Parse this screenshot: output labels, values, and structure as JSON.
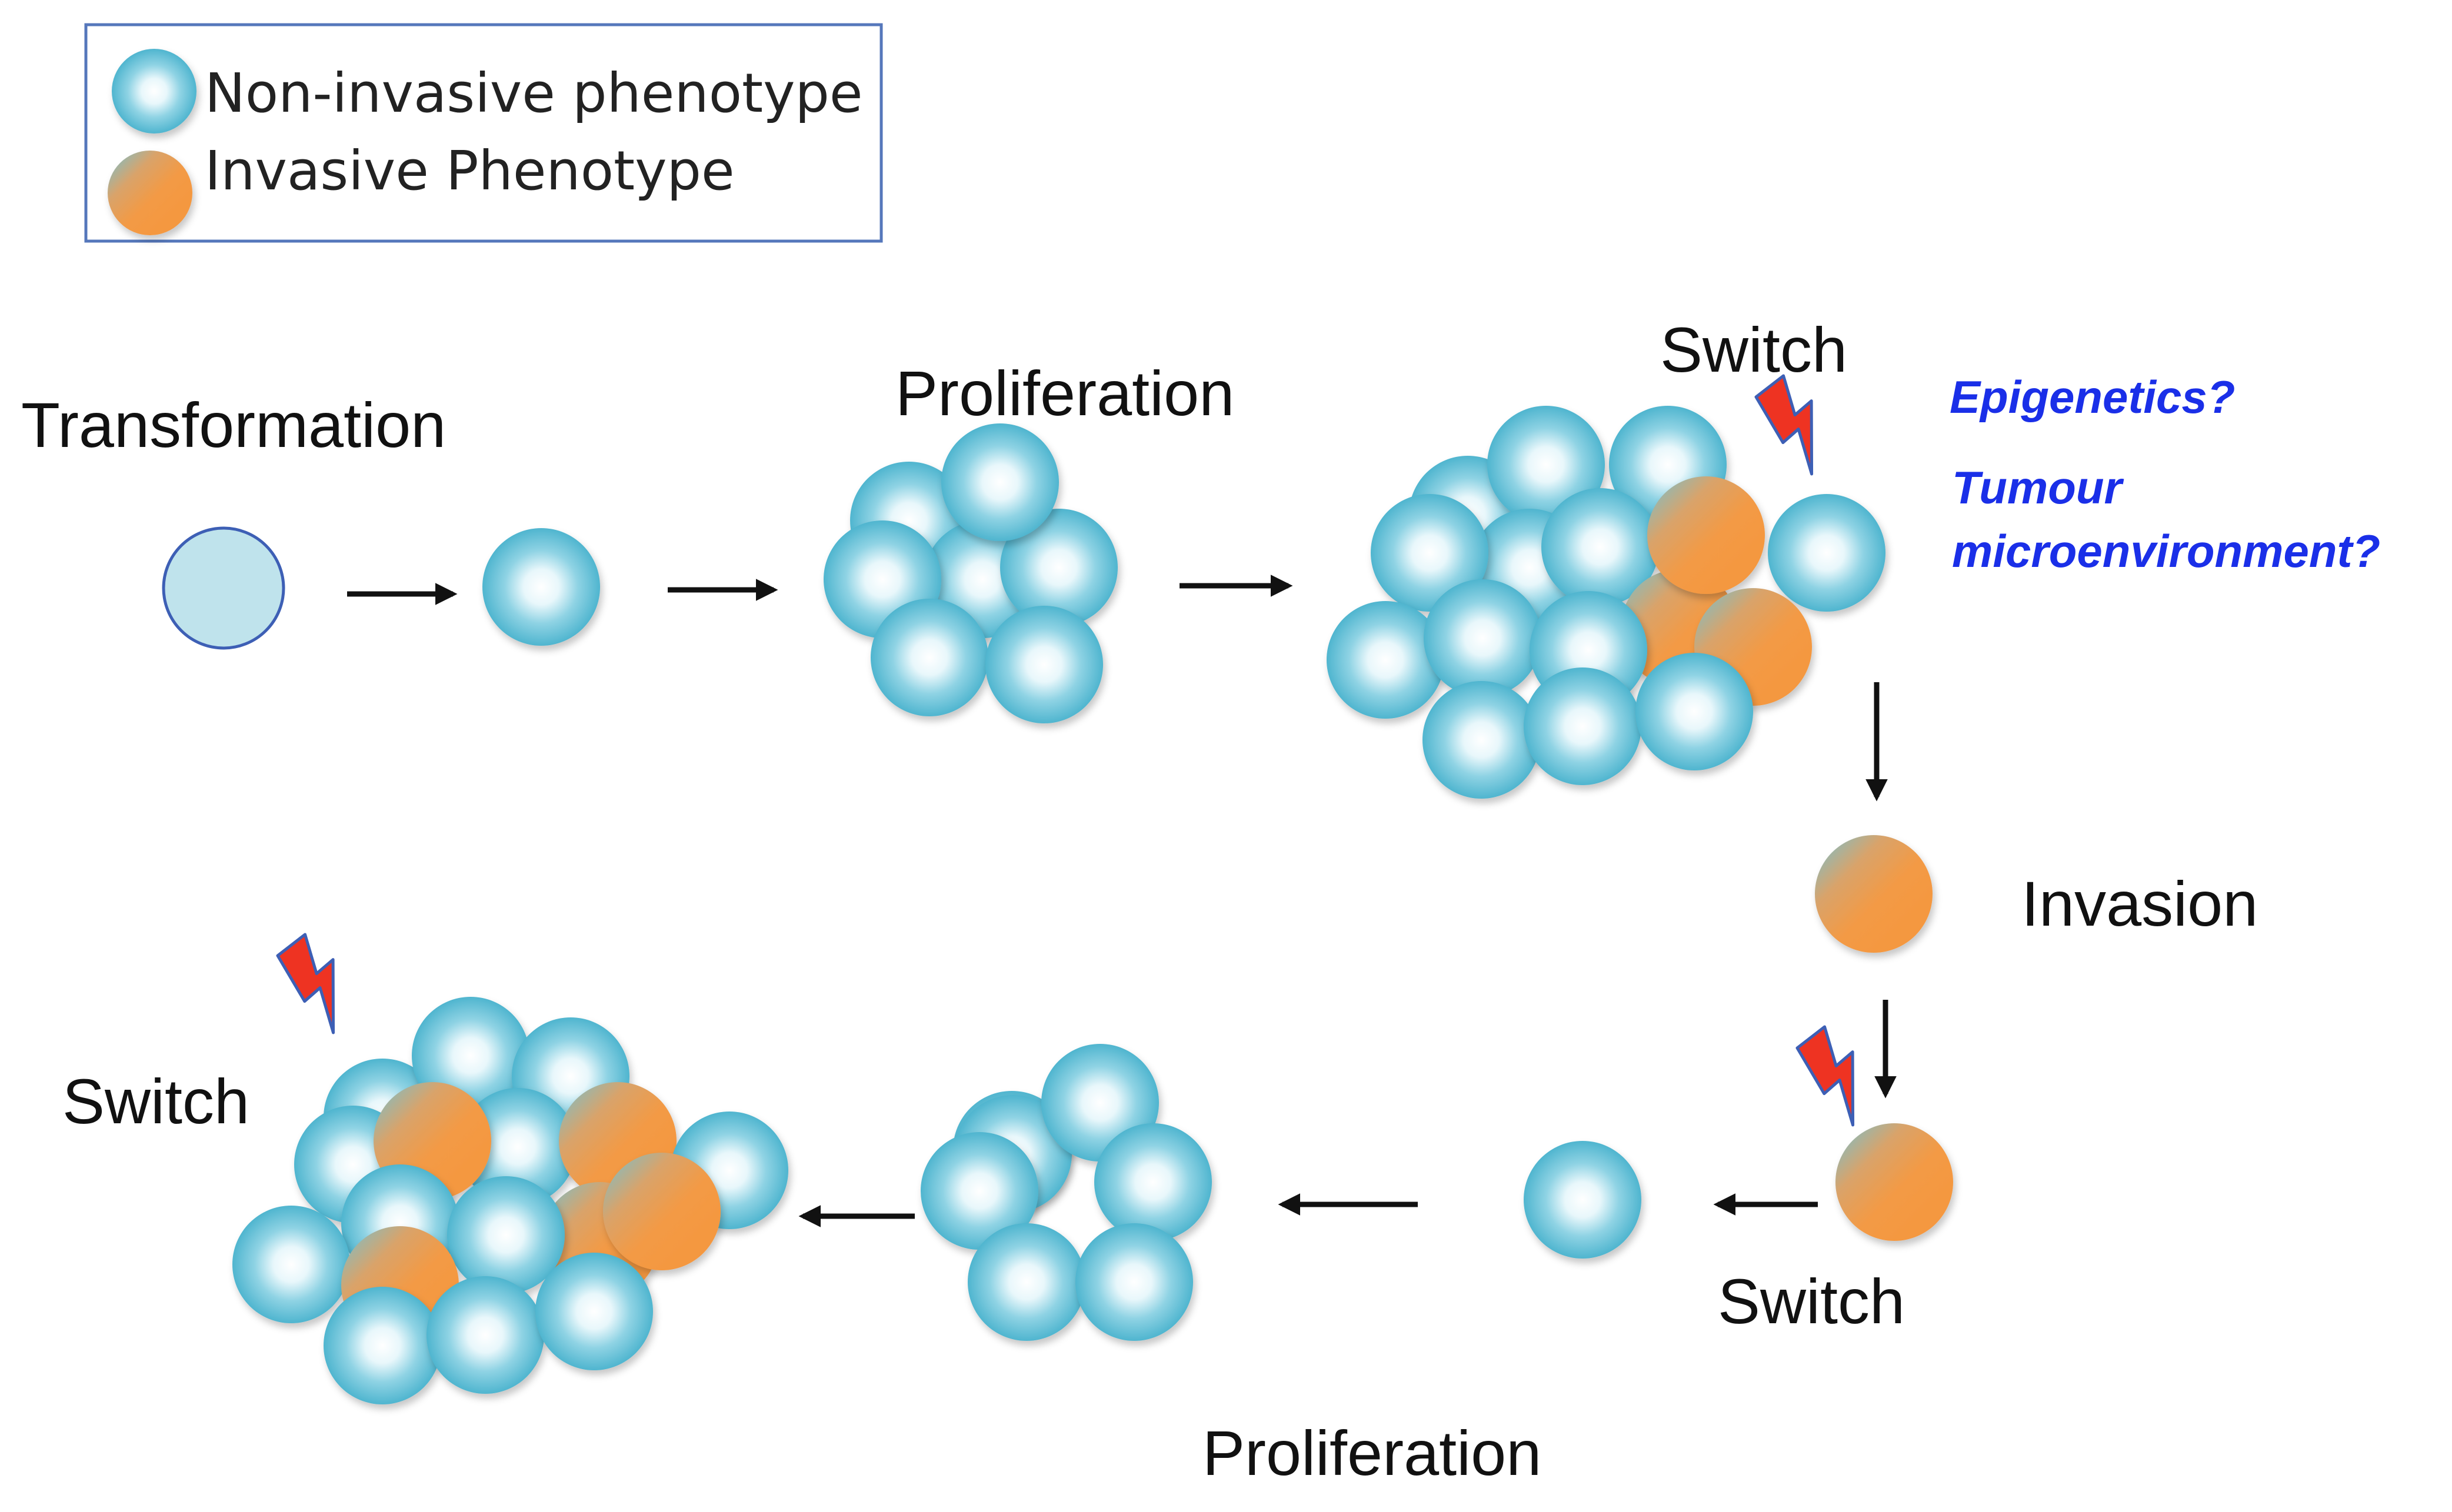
{
  "legend": {
    "items": [
      {
        "label": "Non-invasive phenotype",
        "kind": "non-invasive"
      },
      {
        "label": " Invasive Phenotype",
        "kind": "invasive"
      }
    ]
  },
  "stages": {
    "transformation": "Transformation",
    "proliferation_top": "Proliferation",
    "switch_top": "Switch",
    "invasion": "Invasion",
    "switch_bottom_right": "Switch",
    "proliferation_bottom": "Proliferation",
    "switch_bottom_left": "Switch"
  },
  "questions": {
    "epigenetics": "Epigenetics?",
    "tumour_line1": "Tumour",
    "tumour_line2": " microenvironment?"
  },
  "colors": {
    "cell_blue": "#5cbfd6",
    "cell_highlight": "#ffffff",
    "invasive_orange": "#f39a45",
    "normal_cell_fill": "#bfe3ec",
    "normal_cell_stroke": "#3d5fb5",
    "arrow": "#111111",
    "lightning_red": "#ee3322",
    "question_blue": "#1a2fe8",
    "legend_border": "#5577bb"
  },
  "icons": [
    "lightning-bolt-icon",
    "arrow-right-icon",
    "arrow-left-icon",
    "arrow-down-icon"
  ]
}
